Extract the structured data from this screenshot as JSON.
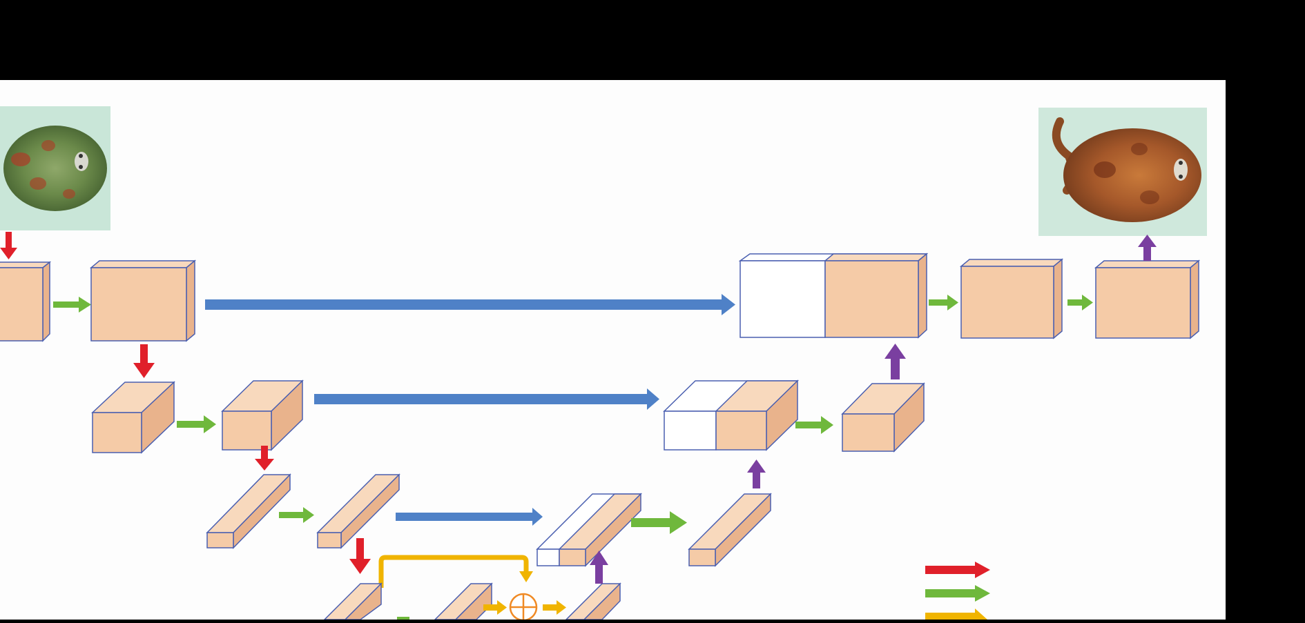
{
  "diagram": {
    "kind": "U-Net style encoder-decoder architecture",
    "colors": {
      "background": "#fdfdfd",
      "block_fill": "#f5cba7",
      "block_top": "#f8d9bd",
      "block_side": "#e9b38c",
      "block_stroke": "#4a5fb0",
      "skip_arrow": "#4f81c7",
      "downsample_arrow": "#e0202a",
      "conv_arrow": "#6fb83c",
      "residual_arrow": "#f0b400",
      "upsample_arrow": "#7a3fa0",
      "add_symbol": "#f08a24"
    },
    "input_image": {
      "name": "input-ray-photo",
      "tint": "#c9e6d8"
    },
    "output_image": {
      "name": "output-ray-photo",
      "tint": "#cfe8dc"
    },
    "encoder_levels": 4,
    "decoder_levels": 3,
    "legend": {
      "entries": [
        {
          "arrow": "downsample_arrow"
        },
        {
          "arrow": "conv_arrow"
        },
        {
          "arrow": "residual_arrow"
        }
      ]
    },
    "add_symbol": "⊕"
  }
}
